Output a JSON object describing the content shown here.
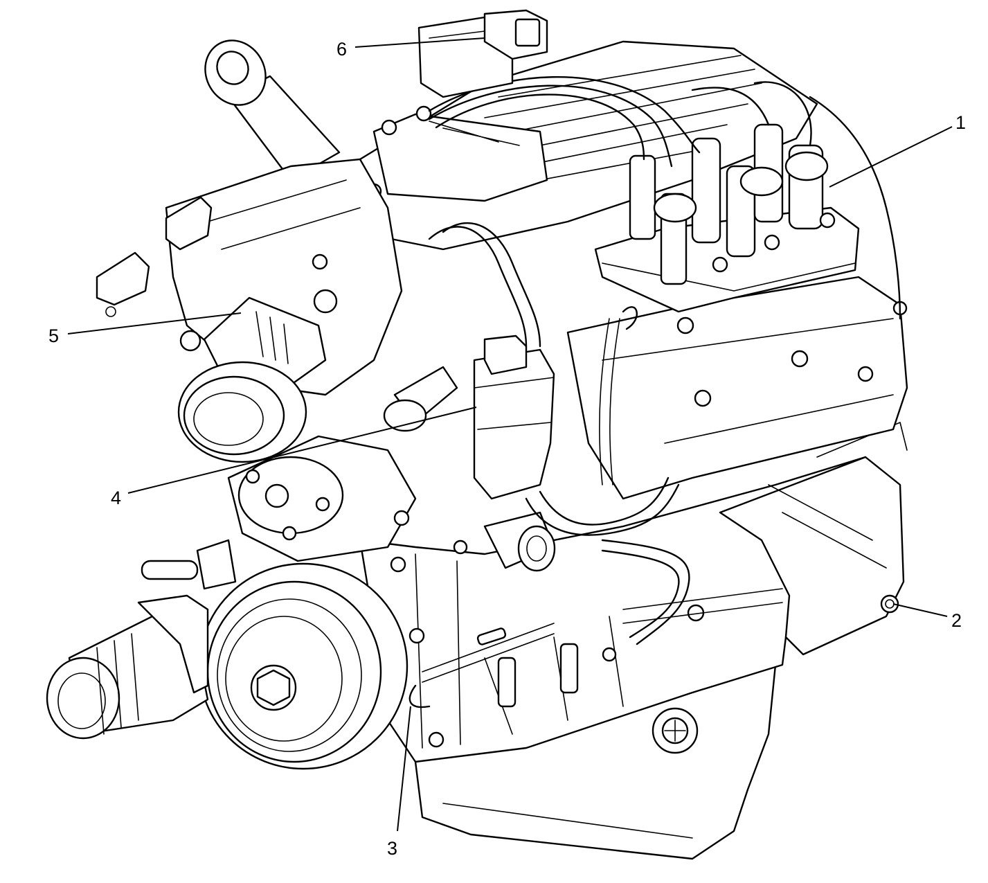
{
  "callouts": [
    {
      "label": "1"
    },
    {
      "label": "2"
    },
    {
      "label": "3"
    },
    {
      "label": "4"
    },
    {
      "label": "5"
    },
    {
      "label": "6"
    }
  ],
  "colors": {
    "ink": "#000000",
    "paper": "#ffffff"
  }
}
